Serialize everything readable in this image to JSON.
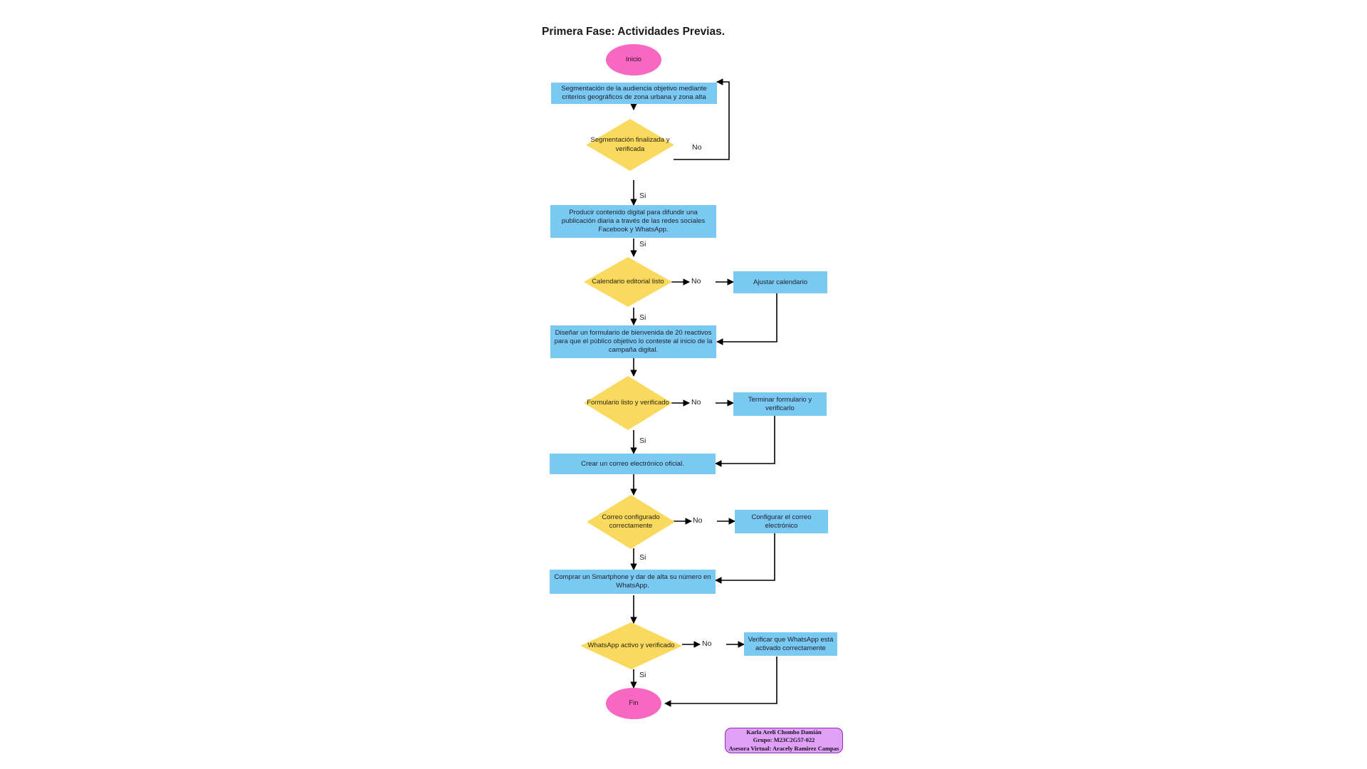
{
  "title": "Primera Fase: Actividades Previas.",
  "colors": {
    "process": "#79c9f2",
    "decision": "#fada5e",
    "terminator": "#f768c2",
    "credit_fill": "#dfa0f5",
    "credit_border": "#8a2fb8",
    "connector": "#000000",
    "background": "#ffffff"
  },
  "nodes": {
    "start": {
      "label": "Inicio",
      "type": "terminator"
    },
    "p1": {
      "label": "Segmentación de la audiencia objetivo mediante criterios geográficos de zona urbana y zona alta",
      "type": "process"
    },
    "d1": {
      "label": "Segmentación finalizada y verificada",
      "type": "decision"
    },
    "p2": {
      "label": "Producir contenido digital para difundir una publicación diaria a través de las redes sociales Facebook y WhatsApp.",
      "type": "process"
    },
    "d2": {
      "label": "Calendario editorial listo",
      "type": "decision"
    },
    "p2b": {
      "label": "Ajustar calendario",
      "type": "process"
    },
    "p3": {
      "label": "Diseñar un formulario de bienvenida de 20 reactivos para que el público objetivo lo conteste al inicio de la campaña digital.",
      "type": "process"
    },
    "d3": {
      "label": "Formulario listo y verificado",
      "type": "decision"
    },
    "p3b": {
      "label": "Terminar formulario y verificarlo",
      "type": "process"
    },
    "p4": {
      "label": "Crear un correo electrónico oficial.",
      "type": "process"
    },
    "d4": {
      "label": "Correo configurado correctamente",
      "type": "decision"
    },
    "p4b": {
      "label": "Configurar el correo electrónico",
      "type": "process"
    },
    "p5": {
      "label": "Comprar un Smartphone y dar de alta su número en WhatsApp.",
      "type": "process"
    },
    "d5": {
      "label": "WhatsApp activo y verificado",
      "type": "decision"
    },
    "p5b": {
      "label": "Verificar que WhatsApp está activado correctamente",
      "type": "process"
    },
    "end": {
      "label": "Fin",
      "type": "terminator"
    }
  },
  "edge_labels": {
    "d1_no": "No",
    "d1_si": "Si",
    "p2_si": "Si",
    "d2_no": "No",
    "d2_si": "Si",
    "d3_no": "No",
    "d3_si": "Si",
    "d4_no": "No",
    "d4_si": "Si",
    "d5_no": "No",
    "d5_si": "Si"
  },
  "credit": {
    "line1": "Karla Areli Chombo Damián",
    "line2": "Grupo: M23C2G57-022",
    "line3": "Asesora Virtual: Aracely  Ramirez Campas"
  }
}
